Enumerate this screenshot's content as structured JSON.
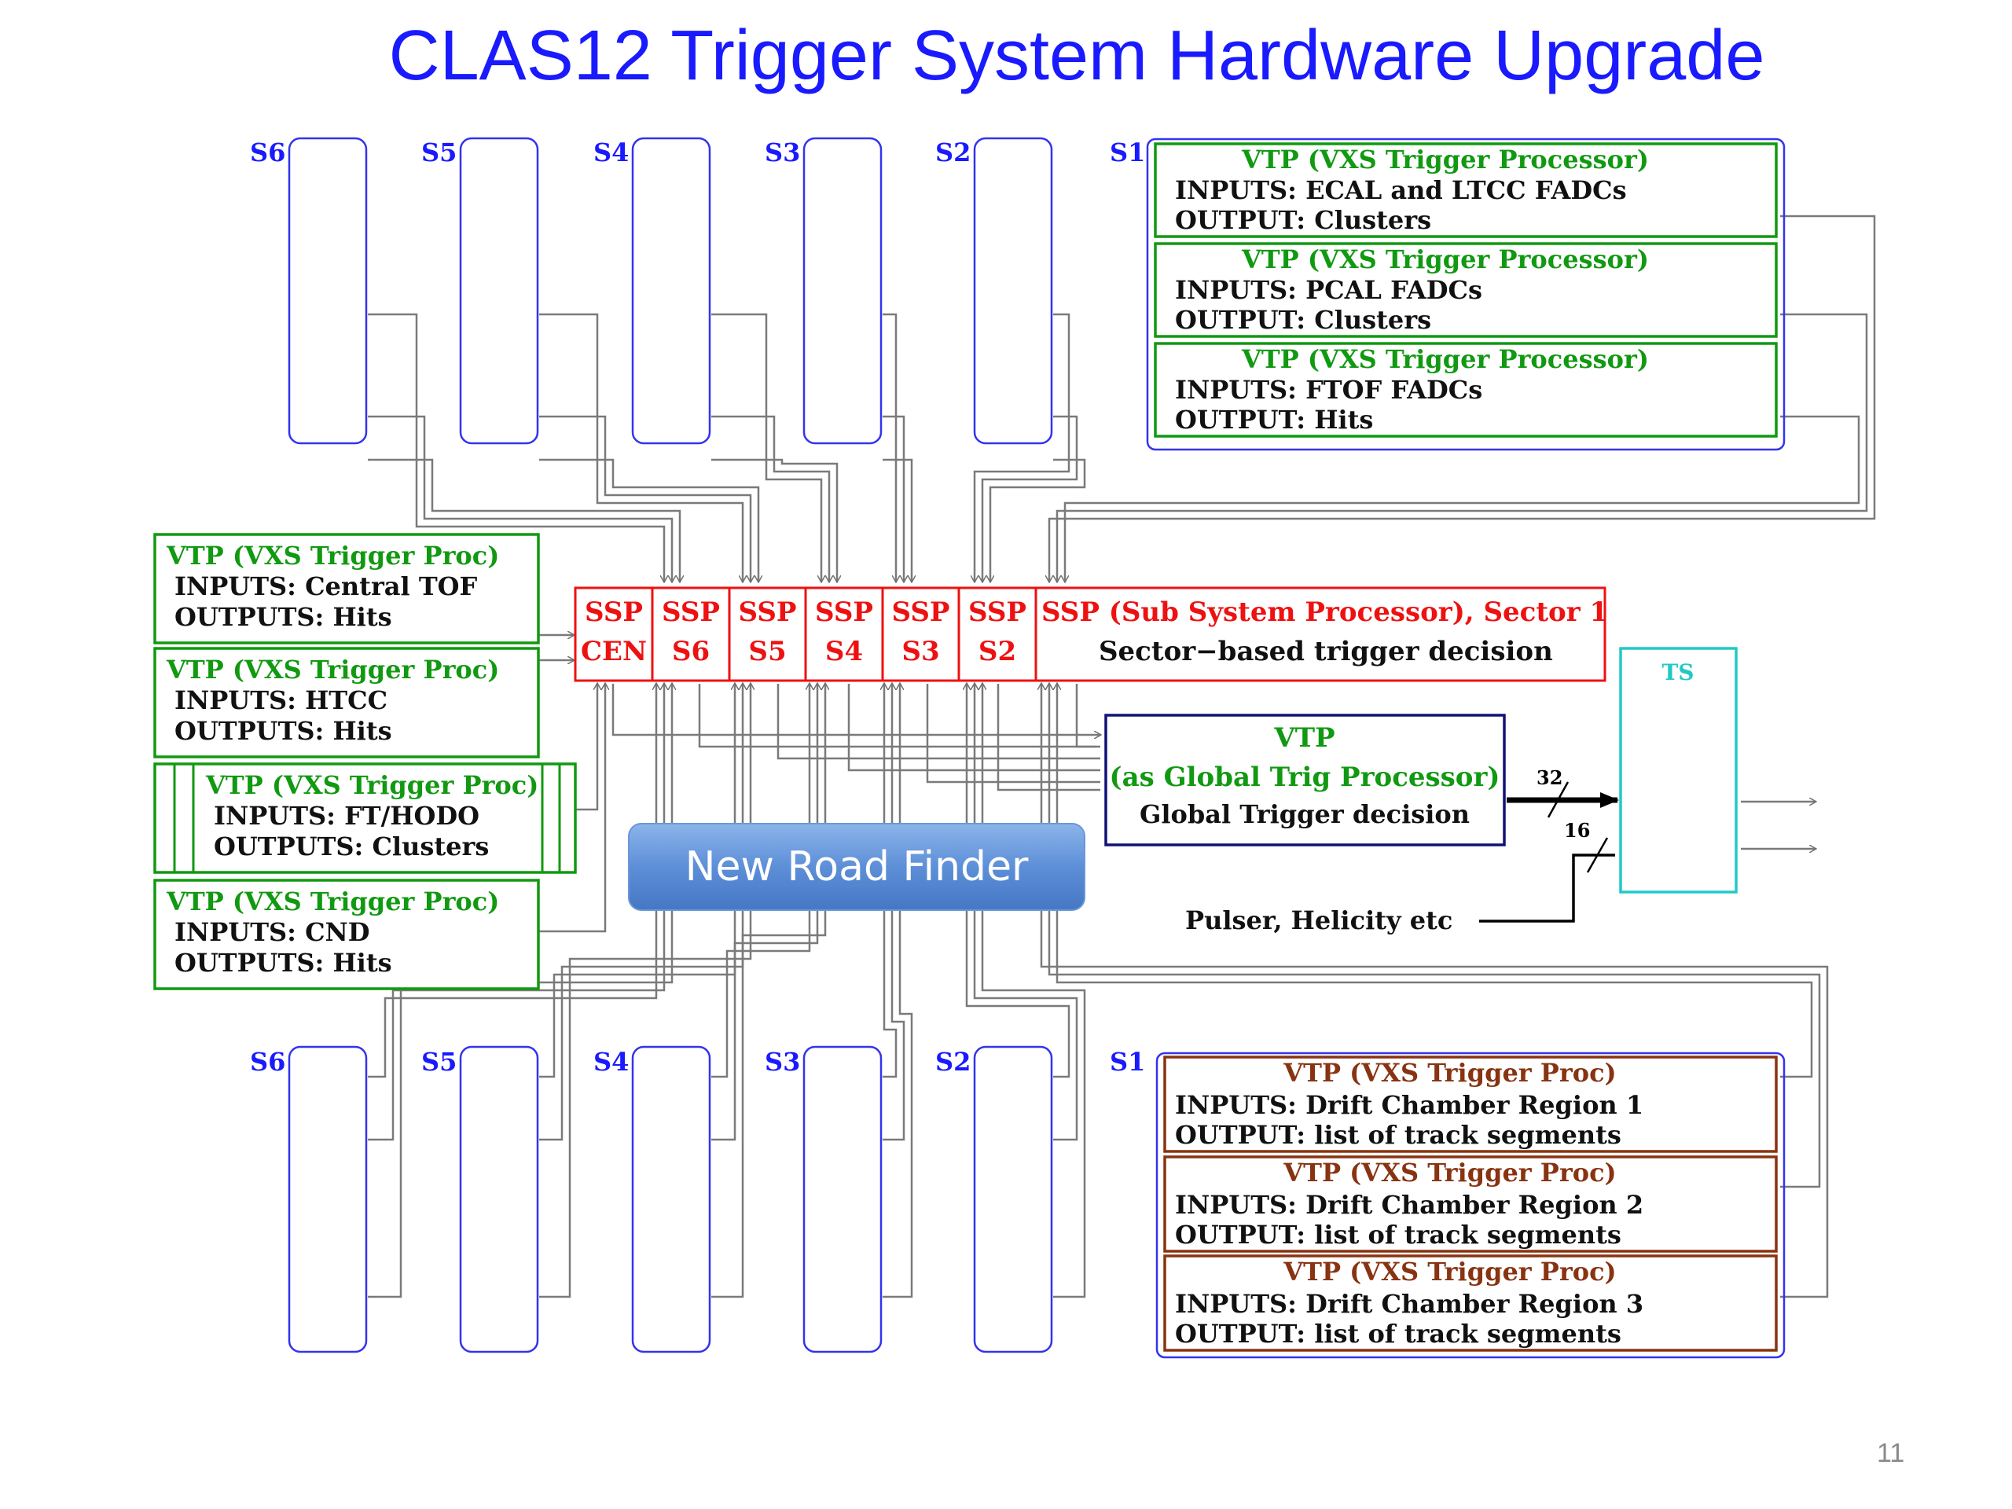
{
  "title": "CLAS12 Trigger System Hardware Upgrade",
  "slide_number": "11",
  "colors": {
    "title": "#1a1aff",
    "sector_box": "#3333ee",
    "vtp_green": "#119911",
    "vtp_brown": "#883311",
    "ssp_red": "#ee1111",
    "gtp_navy": "#111177",
    "ts_cyan": "#22c8c8",
    "button_blue": "#5b8fd6"
  },
  "top_sector_labels": [
    "S6",
    "S5",
    "S4",
    "S3",
    "S2",
    "S1"
  ],
  "bottom_sector_labels": [
    "S6",
    "S5",
    "S4",
    "S3",
    "S2",
    "S1"
  ],
  "top_vtp_boxes": [
    {
      "title": "VTP (VXS Trigger Processor)",
      "line1": "INPUTS: ECAL and LTCC FADCs",
      "line2": "OUTPUT:  Clusters"
    },
    {
      "title": "VTP (VXS Trigger Processor)",
      "line1": "INPUTS: PCAL FADCs",
      "line2": "OUTPUT:  Clusters"
    },
    {
      "title": "VTP (VXS Trigger Processor)",
      "line1": "INPUTS: FTOF FADCs",
      "line2": "OUTPUT: Hits"
    }
  ],
  "left_vtp_boxes": [
    {
      "title": "VTP (VXS Trigger Proc)",
      "line1": " INPUTS: Central TOF",
      "line2": "OUTPUTS: Hits"
    },
    {
      "title": "VTP (VXS Trigger Proc)",
      "line1": " INPUTS: HTCC",
      "line2": "OUTPUTS: Hits"
    },
    {
      "title": "VTP (VXS Trigger Proc)",
      "line1": "INPUTS: FT/HODO",
      "line2": "OUTPUTS: Clusters"
    },
    {
      "title": "VTP (VXS Trigger Proc)",
      "line1": " INPUTS: CND",
      "line2": " OUTPUTS: Hits"
    }
  ],
  "bottom_vtp_boxes": [
    {
      "title": "VTP (VXS Trigger Proc)",
      "line1": "INPUTS: Drift Chamber Region 1",
      "line2": "OUTPUT: list of track segments"
    },
    {
      "title": "VTP (VXS Trigger Proc)",
      "line1": "INPUTS: Drift Chamber Region 2",
      "line2": "OUTPUT: list of track segments"
    },
    {
      "title": "VTP (VXS Trigger Proc)",
      "line1": "INPUTS: Drift Chamber Region 3",
      "line2": "OUTPUT: list of track segments"
    }
  ],
  "ssp_cells": [
    {
      "top": "SSP",
      "bottom": "CEN"
    },
    {
      "top": "SSP",
      "bottom": "S6"
    },
    {
      "top": "SSP",
      "bottom": "S5"
    },
    {
      "top": "SSP",
      "bottom": "S4"
    },
    {
      "top": "SSP",
      "bottom": "S3"
    },
    {
      "top": "SSP",
      "bottom": "S2"
    }
  ],
  "ssp_main": {
    "line1": "SSP (Sub System Processor), Sector 1",
    "line2": "Sector−based trigger decision"
  },
  "gtp": {
    "line1": "VTP",
    "line2": "(as Global Trig Processor)",
    "line3": "Global Trigger decision"
  },
  "ts_label": "TS",
  "bus_32": "32",
  "bus_16": "16",
  "pulser_label": "Pulser, Helicity etc",
  "new_road_finder": "New Road Finder"
}
